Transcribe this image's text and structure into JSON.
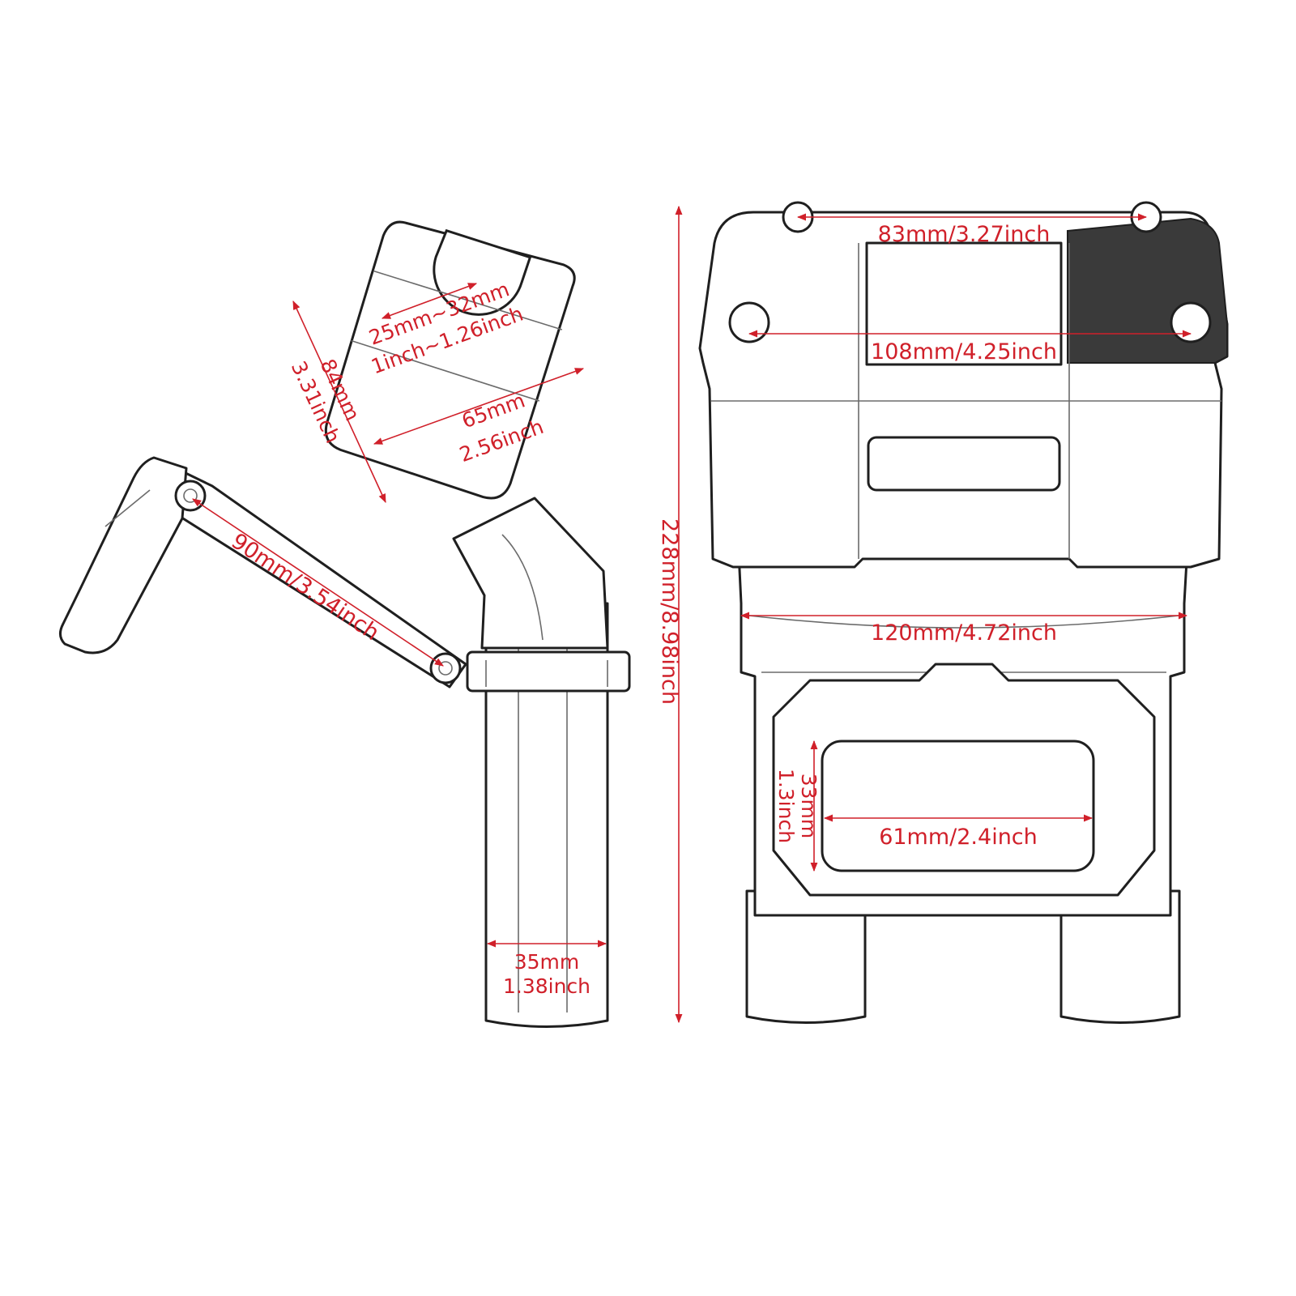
{
  "colors": {
    "dimension": "#d0202a",
    "outline": "#1f1f1f",
    "background": "#ffffff"
  },
  "side_view": {
    "clamp_bore": {
      "line1": "25mm~32mm",
      "line2": "1inch~1.26inch"
    },
    "clamp_width": {
      "line1": "65mm",
      "line2": "2.56inch"
    },
    "clamp_height": {
      "line1": "84mm",
      "line2": "3.31inch"
    },
    "arm_length": "90mm/3.54inch",
    "tube_diameter": {
      "line1": "35mm",
      "line2": "1.38inch"
    }
  },
  "overall_height": "228mm/8.98inch",
  "front_view": {
    "top_width": "83mm/3.27inch",
    "bolt_spacing": "108mm/4.25inch",
    "base_width": "120mm/4.72inch",
    "window_height": {
      "line1": "33mm",
      "line2": "1.3inch"
    },
    "window_width": "61mm/2.4inch"
  }
}
